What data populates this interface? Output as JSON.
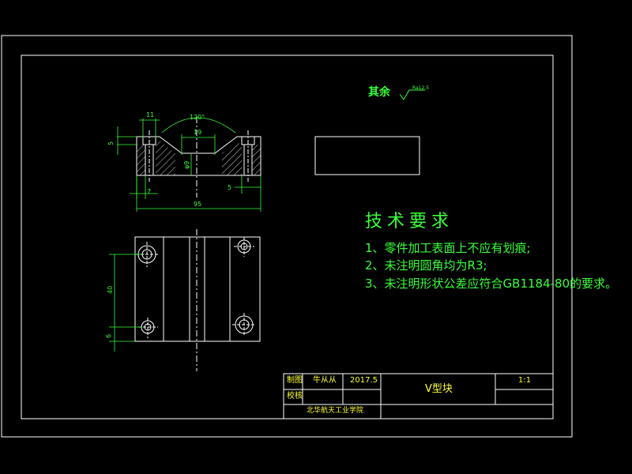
{
  "surface_note": {
    "prefix": "其余",
    "roughness": "Ra12.5"
  },
  "tech_requirements": {
    "heading": "技术要求",
    "items": [
      "1、零件加工表面上不应有划痕;",
      "2、未注明圆角均为R3;",
      "3、未注明形状公差应符合GB1184-80的要求。"
    ]
  },
  "dimensions": {
    "top_11": "11",
    "angle_120": "120°",
    "width_19": "19",
    "left_5": "5",
    "dia_9": "φ9",
    "bottom_7": "7",
    "right_5": "5",
    "overall_95": "95",
    "height_40": "40",
    "height_6": "6"
  },
  "title_block": {
    "drawn_by_label": "制图",
    "drawn_by_name": "牛从从",
    "date": "2017.5",
    "part_name": "V型块",
    "scale": "1:1",
    "checked_label": "校核",
    "school": "北华航天工业学院"
  },
  "colors": {
    "background": "#000000",
    "border": "#ffffff",
    "annotation": "#39ff39",
    "title_text": "#ffff33"
  }
}
